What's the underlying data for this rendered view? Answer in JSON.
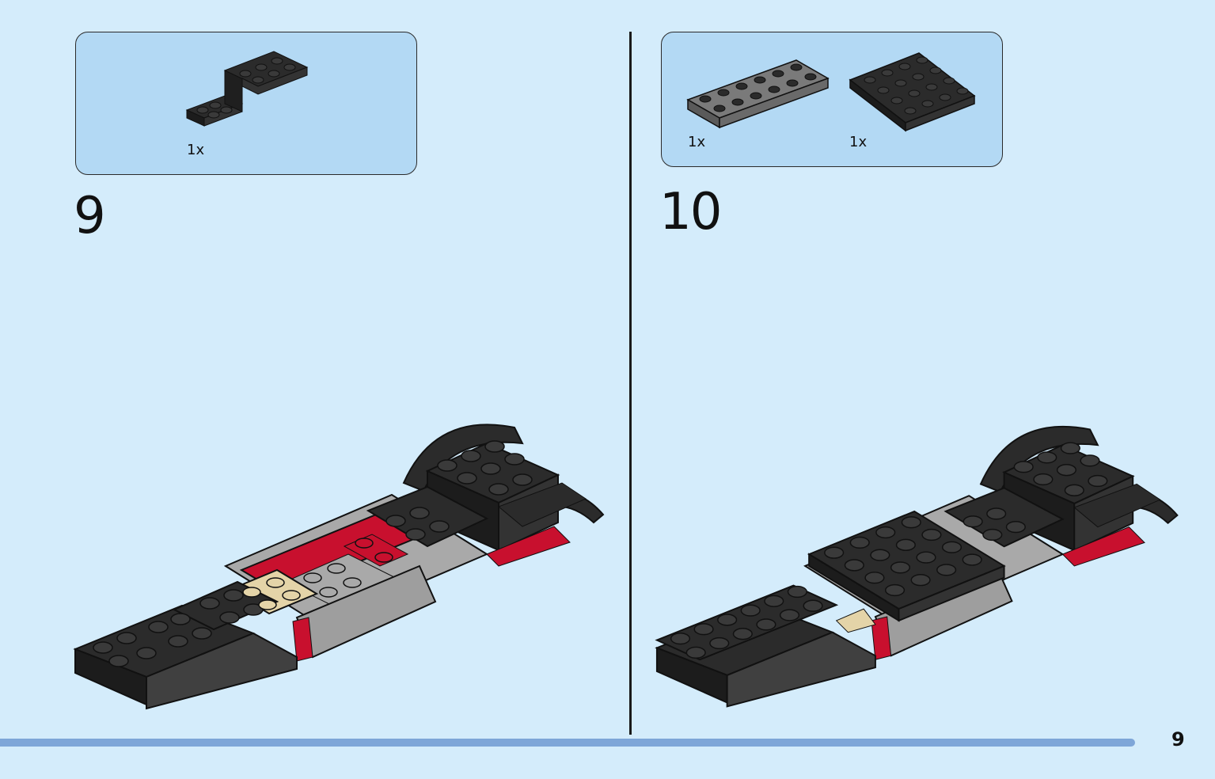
{
  "steps": [
    {
      "number": "9",
      "parts": [
        {
          "piece": "black-bracket-plate",
          "quantity": "1x"
        }
      ]
    },
    {
      "number": "10",
      "parts": [
        {
          "piece": "dark-gray-2x6-plate",
          "quantity": "1x"
        },
        {
          "piece": "black-4x4-plate",
          "quantity": "1x"
        }
      ]
    }
  ],
  "page_number": "9",
  "colors": {
    "background": "#d4ecfb",
    "parts_box": "#b3d9f4",
    "footer_bar": "#7ea6d8",
    "brick_black": "#2b2b2b",
    "brick_gray": "#a9a9a9",
    "brick_red": "#c8102e",
    "brick_tan": "#e4d4a8"
  }
}
